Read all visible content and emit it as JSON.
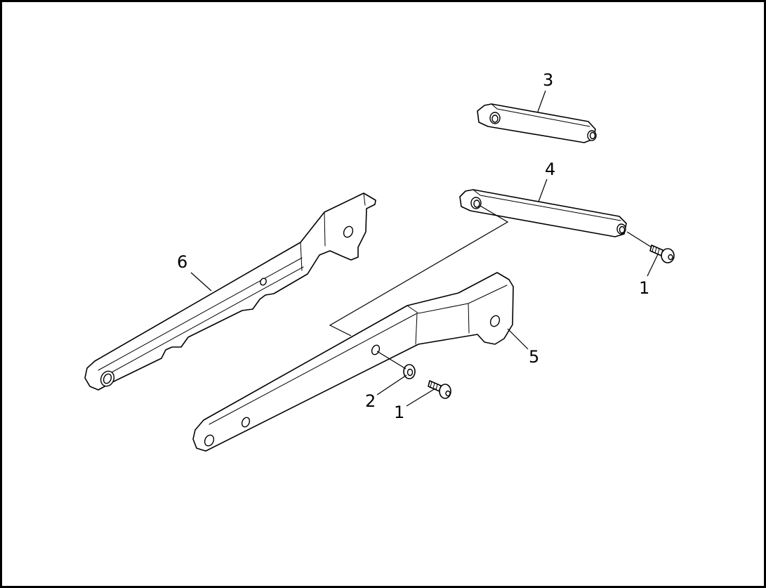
{
  "callouts": [
    {
      "id": "c3",
      "label": "3"
    },
    {
      "id": "c4",
      "label": "4"
    },
    {
      "id": "c6",
      "label": "6"
    },
    {
      "id": "c1a",
      "label": "1"
    },
    {
      "id": "c5",
      "label": "5"
    },
    {
      "id": "c2",
      "label": "2"
    },
    {
      "id": "c1b",
      "label": "1"
    }
  ],
  "colors": {
    "line": "#000000",
    "background": "#ffffff"
  }
}
